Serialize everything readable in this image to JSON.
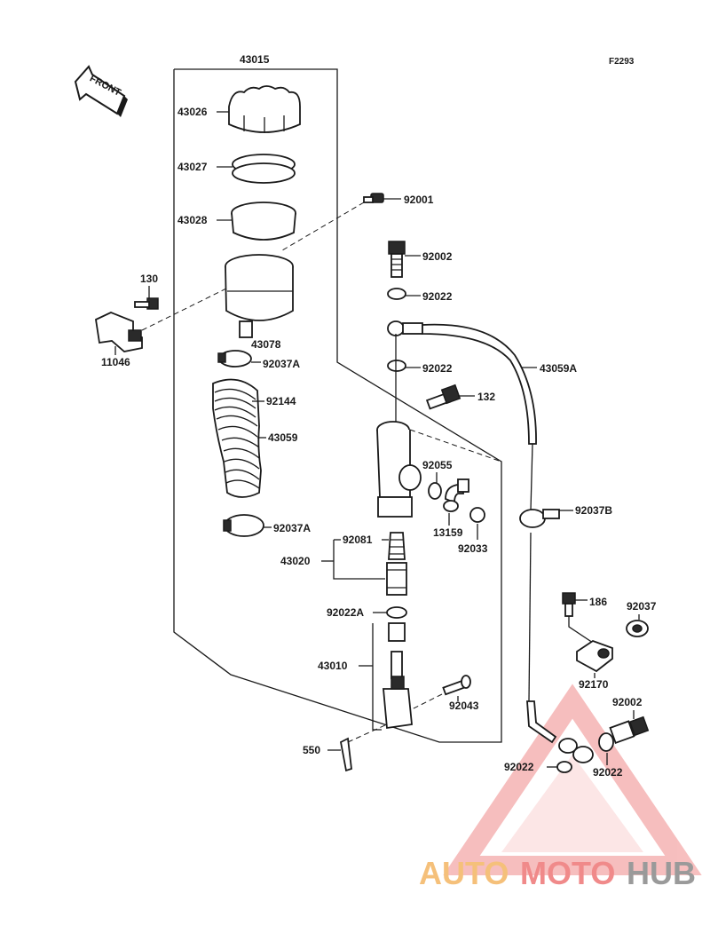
{
  "diagram": {
    "ref_code": "F2293",
    "front_label": "FRONT",
    "assembly_label": "43015",
    "labels": {
      "l43026": "43026",
      "l43027": "43027",
      "l43028": "43028",
      "l92001": "92001",
      "l130": "130",
      "l11046": "11046",
      "l43078": "43078",
      "l92037A_1": "92037A",
      "l92144": "92144",
      "l43059": "43059",
      "l92037A_2": "92037A",
      "l92002_1": "92002",
      "l92022_1": "92022",
      "l92022_2": "92022",
      "l43059A": "43059A",
      "l132": "132",
      "l92055": "92055",
      "l13159": "13159",
      "l92033": "92033",
      "l92037B": "92037B",
      "l92081": "92081",
      "l43020": "43020",
      "l92022A": "92022A",
      "l43010": "43010",
      "l92043": "92043",
      "l550": "550",
      "l186": "186",
      "l92037": "92037",
      "l92170": "92170",
      "l92002_2": "92002",
      "l92022_3": "92022",
      "l92022_4": "92022"
    }
  },
  "watermark": {
    "part1": "AUTO",
    "part2": "MOTO",
    "part3": "HUB",
    "color1": "#f5c07a",
    "color2": "#f08a8a",
    "color3": "#9a9a9a"
  }
}
